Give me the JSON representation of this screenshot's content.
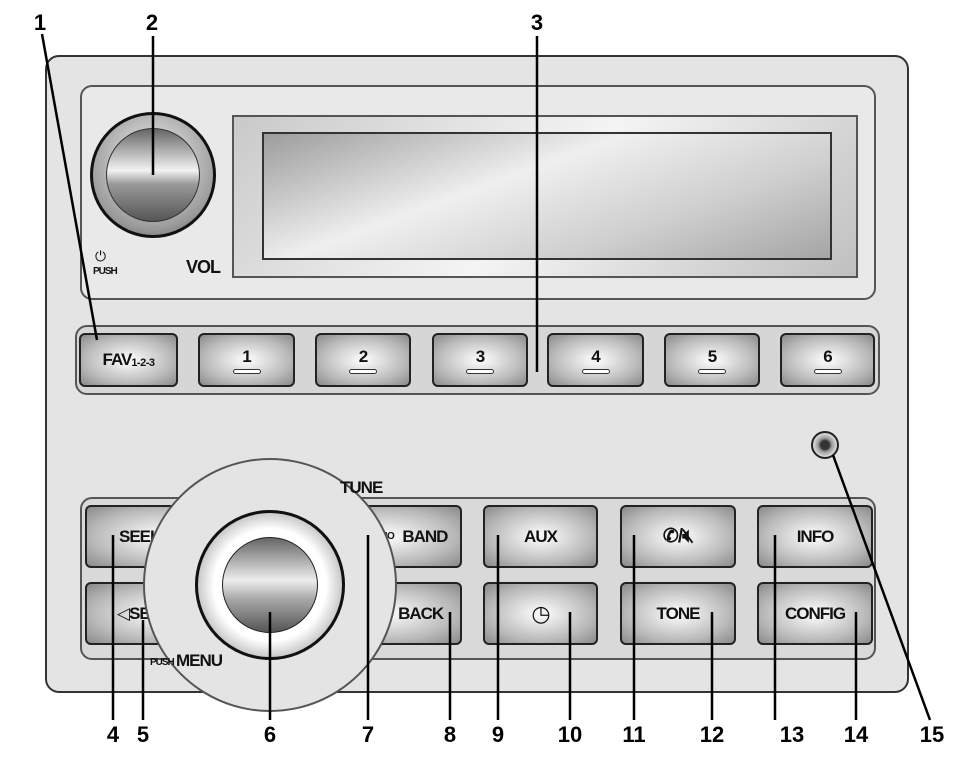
{
  "top_controls": {
    "power_label": "PUSH",
    "volume_label": "VOL"
  },
  "presets": {
    "fav_label": "FAV",
    "fav_sub": "1-2-3",
    "buttons": [
      "1",
      "2",
      "3",
      "4",
      "5",
      "6"
    ]
  },
  "tune": {
    "label": "TUNE",
    "push_label": "PUSH",
    "menu_label": "MENU"
  },
  "buttons": {
    "seek_fwd": "SEEK",
    "seek_back": "SEEK",
    "radio_label": "RADIO",
    "band": "BAND",
    "back": "BACK",
    "aux": "AUX",
    "tone": "TONE",
    "info": "INFO",
    "config": "CONFIG"
  },
  "icons": {
    "power": "power-icon",
    "seek_fwd": "triangle-right-icon",
    "seek_back": "triangle-left-icon",
    "back": "arrow-left-icon",
    "clock": "clock-icon",
    "phone_mute": "phone-mute-icon"
  },
  "callouts": [
    "1",
    "2",
    "3",
    "4",
    "5",
    "6",
    "7",
    "8",
    "9",
    "10",
    "11",
    "12",
    "13",
    "14",
    "15"
  ]
}
